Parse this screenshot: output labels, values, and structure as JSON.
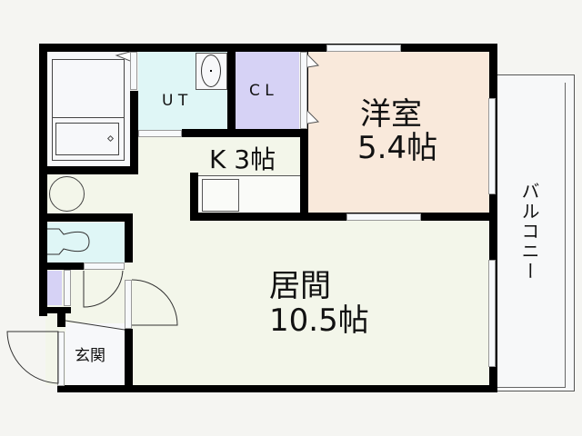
{
  "floor_plan": {
    "rooms": {
      "western_room": {
        "name": "洋室",
        "size": "5.4帖",
        "color": "#f9e9db"
      },
      "living": {
        "name": "居間",
        "size": "10.5帖",
        "color": "#f3f6ea"
      },
      "kitchen": {
        "label": "K 3帖",
        "color": "#f3f6ea"
      },
      "utility": {
        "label": "U T",
        "color": "#dff6f6"
      },
      "closet": {
        "label": "C L",
        "color": "#d6d2f5"
      },
      "entrance": {
        "label": "玄関",
        "color": "#f7f8fa"
      },
      "balcony": {
        "label": "バルコニー",
        "color": "#f7f8f9"
      },
      "toilet": {
        "color": "#dff6f6"
      },
      "bath": {
        "color": "#f7f8fa"
      }
    },
    "colors": {
      "wall": "#000000",
      "background": "#f5f5f2"
    }
  }
}
